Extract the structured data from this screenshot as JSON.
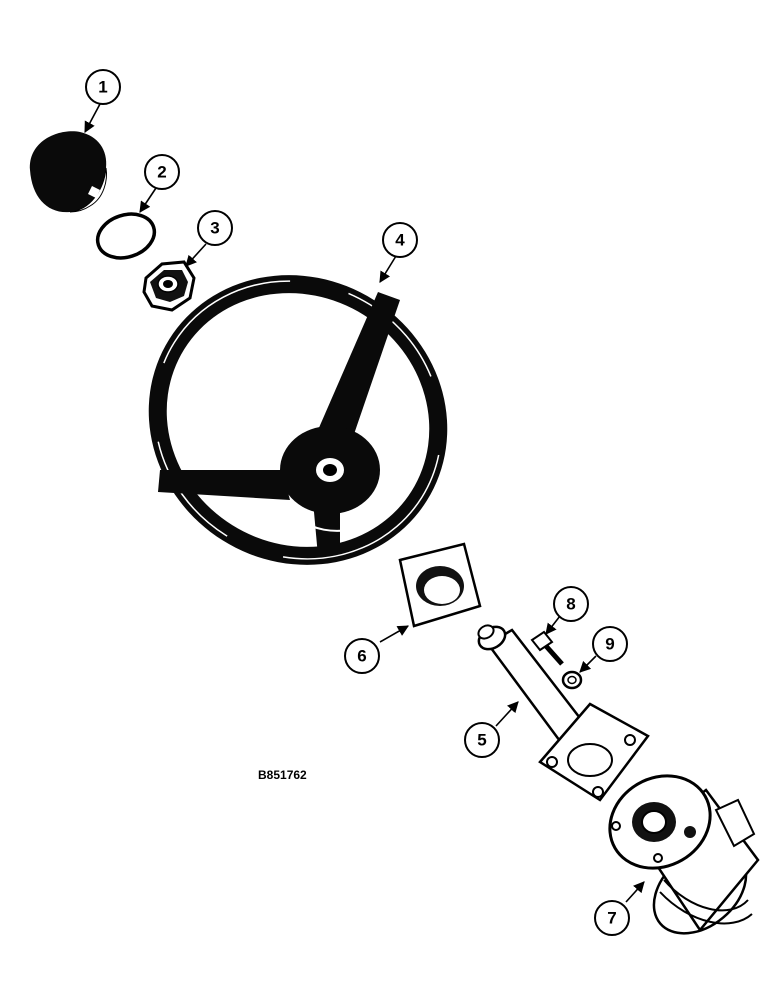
{
  "drawing_number": "B851762",
  "callouts": [
    {
      "number": "1",
      "part": "cap"
    },
    {
      "number": "2",
      "part": "ring"
    },
    {
      "number": "3",
      "part": "nut"
    },
    {
      "number": "4",
      "part": "steering-wheel"
    },
    {
      "number": "5",
      "part": "steering-column"
    },
    {
      "number": "6",
      "part": "plate"
    },
    {
      "number": "7",
      "part": "steering-motor"
    },
    {
      "number": "8",
      "part": "bolt"
    },
    {
      "number": "9",
      "part": "washer"
    }
  ]
}
